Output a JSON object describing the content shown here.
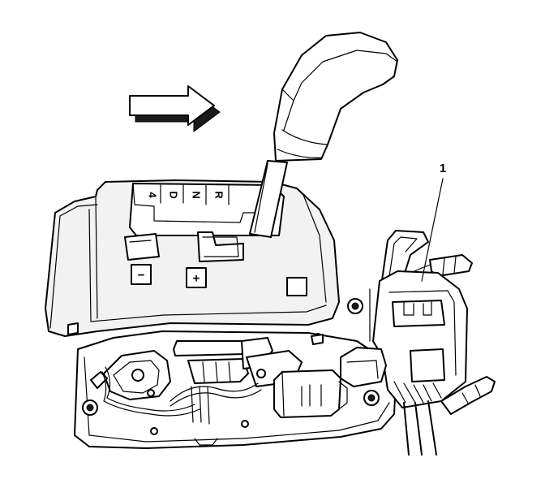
{
  "diagram": {
    "callout": "1",
    "gate_labels": [
      "4",
      "D",
      "N",
      "R"
    ],
    "shift_buttons": {
      "minus": "−",
      "plus": "+"
    },
    "direction_arrow": "arrow-right-icon"
  }
}
